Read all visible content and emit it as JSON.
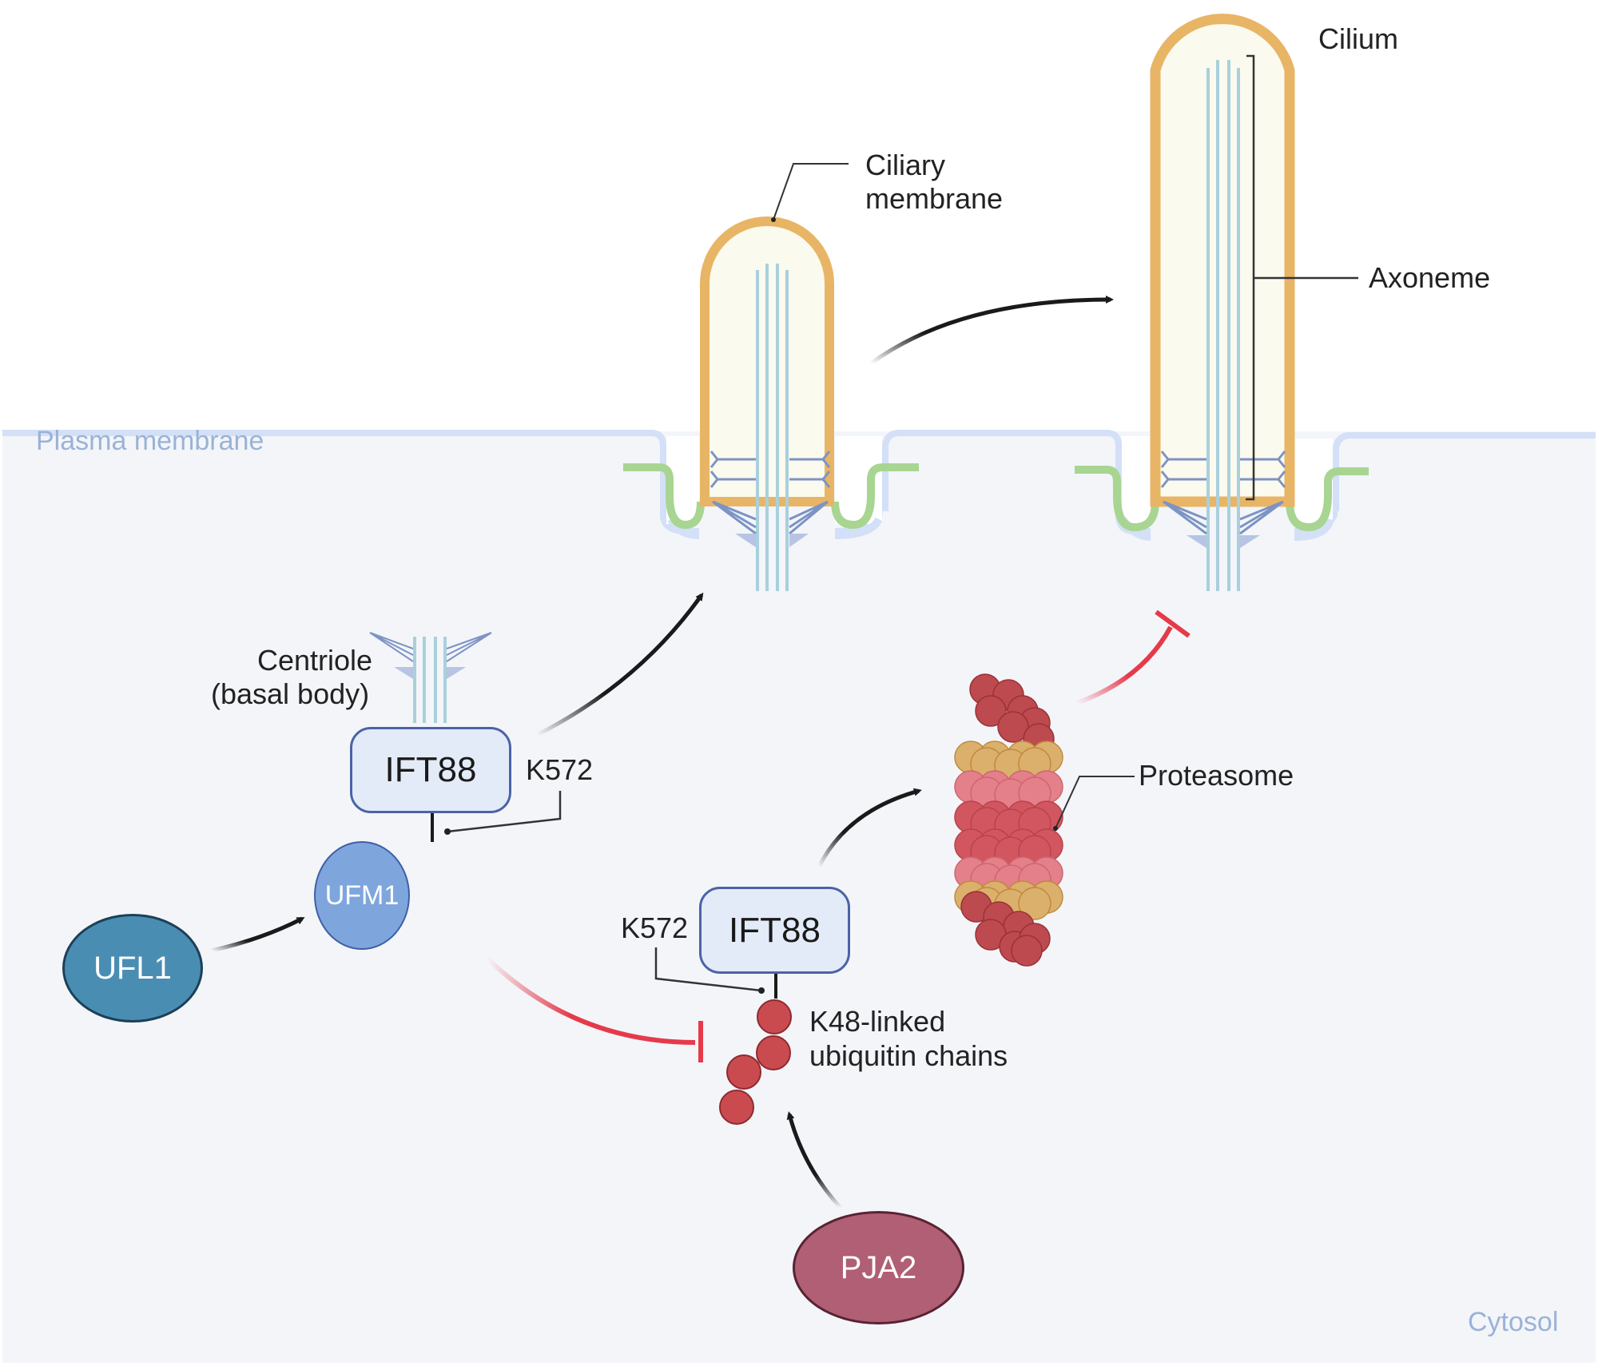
{
  "compartments": {
    "plasma_membrane": "Plasma membrane",
    "cytosol": "Cytosol"
  },
  "labels": {
    "cilium": "Cilium",
    "axoneme": "Axoneme",
    "ciliary_membrane_line1": "Ciliary",
    "ciliary_membrane_line2": "membrane",
    "centriole_line1": "Centriole",
    "centriole_line2": "(basal body)",
    "proteasome": "Proteasome",
    "ubiquitin_line1": "K48-linked",
    "ubiquitin_line2": "ubiquitin chains",
    "k572_top": "K572",
    "k572_bottom": "K572"
  },
  "nodes": {
    "ift88_top": "IFT88",
    "ift88_bottom": "IFT88",
    "ufm1": "UFM1",
    "ufl1": "UFL1",
    "pja2": "PJA2"
  },
  "edges": [
    {
      "from": "UFL1",
      "to": "UFM1",
      "type": "activation"
    },
    {
      "from": "IFT88 (UFMylated)",
      "to": "Cilium (short)",
      "type": "activation"
    },
    {
      "from": "Cilium (short)",
      "to": "Cilium (long)",
      "type": "activation"
    },
    {
      "from": "UFM1",
      "to": "K48-linked ubiquitin chains",
      "type": "inhibition"
    },
    {
      "from": "PJA2",
      "to": "K48-linked ubiquitin chains",
      "type": "activation"
    },
    {
      "from": "IFT88 (ubiquitinated)",
      "to": "Proteasome",
      "type": "activation"
    },
    {
      "from": "Proteasome",
      "to": "Cilium (long)",
      "type": "inhibition"
    }
  ],
  "colors": {
    "cytosol": "#f3f5f9",
    "plasma_membrane": "#d3e0f7",
    "ciliary_membrane": "#e8b566",
    "cilium_fill": "#fbfaee",
    "axoneme": "#a9d0dc",
    "pocket_membrane": "#a8d591",
    "ift88_fill": "#e4ebf8",
    "ift88_border": "#4b63a6",
    "ufm1": "#7ea6dd",
    "ufl1": "#4a8db3",
    "pja2": "#b05f75",
    "ubiquitin": "#c94b50",
    "inhibition": "#e63a4a",
    "activation": "#1a1a1a"
  }
}
